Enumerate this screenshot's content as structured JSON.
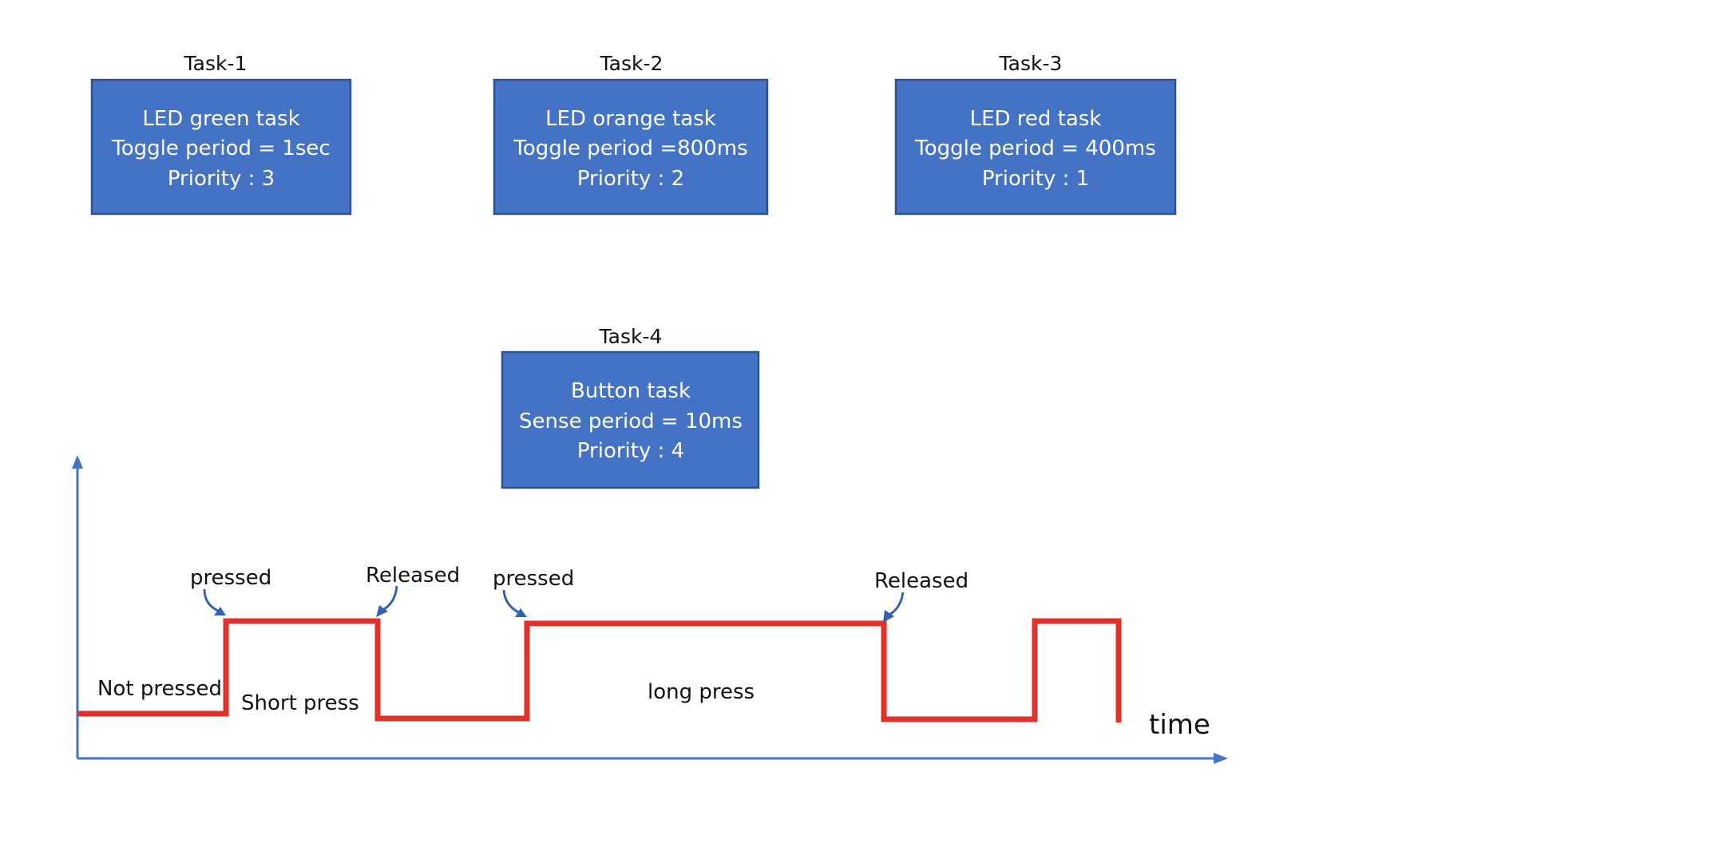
{
  "tasks": [
    {
      "title": "Task-1",
      "lines": [
        "LED green task",
        "Toggle period = 1sec",
        "Priority : 3"
      ]
    },
    {
      "title": "Task-2",
      "lines": [
        "LED orange task",
        "Toggle period =800ms",
        "Priority : 2"
      ]
    },
    {
      "title": "Task-3",
      "lines": [
        "LED red task",
        "Toggle period = 400ms",
        "Priority : 1"
      ]
    },
    {
      "title": "Task-4",
      "lines": [
        "Button task",
        "Sense period = 10ms",
        "Priority : 4"
      ]
    }
  ],
  "timing_diagram": {
    "time_axis_label": "time",
    "events": {
      "pressed_1": "pressed",
      "released_1": "Released",
      "pressed_2": "pressed",
      "released_2": "Released"
    },
    "regions": {
      "not_pressed": "Not pressed",
      "short_press": "Short press",
      "long_press": "long press"
    },
    "colors": {
      "axis": "#4472c4",
      "signal": "#e2312a",
      "box_fill": "#4472c4"
    }
  }
}
